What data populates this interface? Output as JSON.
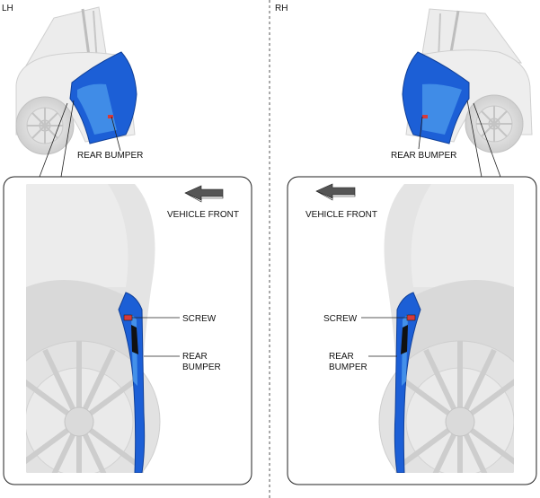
{
  "panels": {
    "left": {
      "side_label": "LH",
      "overview_label": "REAR BUMPER",
      "detail": {
        "direction_label": "VEHICLE FRONT",
        "screw_label": "SCREW",
        "bumper_label_line1": "REAR",
        "bumper_label_line2": "BUMPER"
      }
    },
    "right": {
      "side_label": "RH",
      "overview_label": "REAR BUMPER",
      "detail": {
        "direction_label": "VEHICLE FRONT",
        "screw_label": "SCREW",
        "bumper_label_line1": "REAR",
        "bumper_label_line2": "BUMPER"
      }
    }
  },
  "colors": {
    "bumper_blue": "#1c5fd6",
    "bumper_highlight": "#5fb0f5",
    "body_gray": "#e8e8e8",
    "wheel_gray": "#d4d4d4",
    "screw_red": "#d63a3a",
    "outline": "#222222",
    "divider": "#555555"
  }
}
